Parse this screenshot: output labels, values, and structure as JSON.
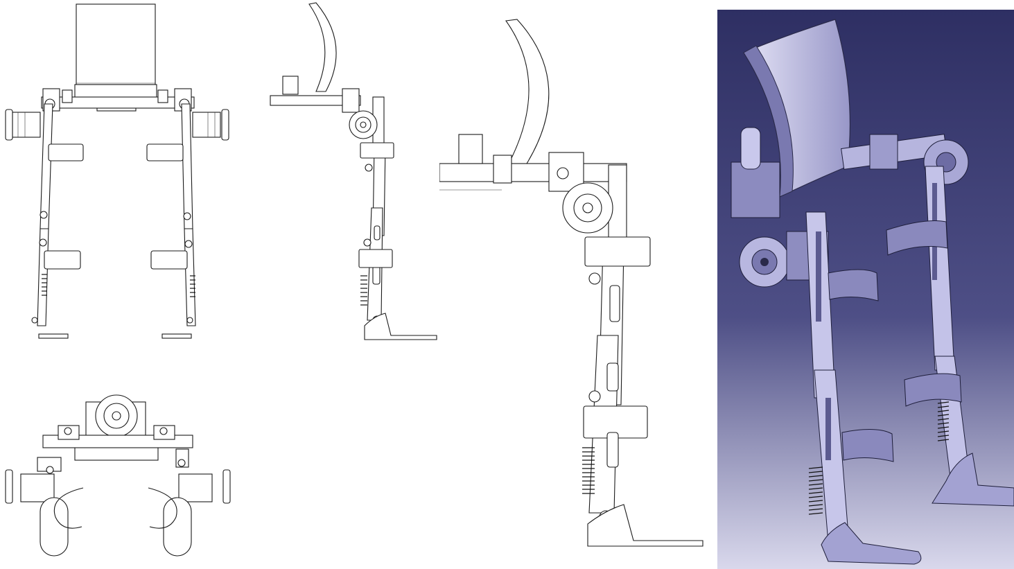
{
  "figure": {
    "views": [
      {
        "id": "front",
        "icon": "exoskeleton-front-view"
      },
      {
        "id": "side",
        "icon": "exoskeleton-side-view"
      },
      {
        "id": "top",
        "icon": "exoskeleton-top-view"
      },
      {
        "id": "side-enlarged",
        "icon": "exoskeleton-side-view-enlarged"
      },
      {
        "id": "render",
        "icon": "exoskeleton-3d-render"
      }
    ],
    "colors": {
      "line": "#1a1a1a",
      "paper": "#ffffff",
      "render_bg_top": "#2e2f63",
      "render_bg_bottom": "#d9d8ec",
      "render_part": "#c9c8ec",
      "render_part_shade": "#7a79b0"
    }
  }
}
